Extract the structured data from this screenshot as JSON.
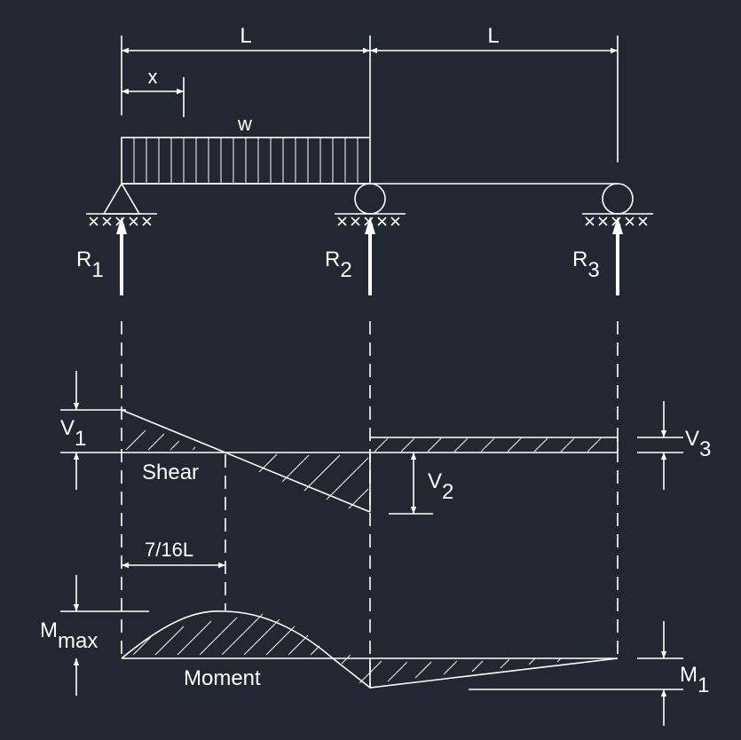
{
  "labels": {
    "span_left": "L",
    "span_right": "L",
    "distance_x": "x",
    "load_w": "w",
    "reaction_1": "R",
    "reaction_1_sub": "1",
    "reaction_2": "R",
    "reaction_2_sub": "2",
    "reaction_3": "R",
    "reaction_3_sub": "3",
    "shear_v1": "V",
    "shear_v1_sub": "1",
    "shear_v2": "V",
    "shear_v2_sub": "2",
    "shear_v3": "V",
    "shear_v3_sub": "3",
    "shear_title": "Shear",
    "distance_max": "7/16L",
    "moment_max": "M",
    "moment_max_sub": "max",
    "moment_m1": "M",
    "moment_m1_sub": "1",
    "moment_title": "Moment"
  },
  "colors": {
    "background": "#222831",
    "line": "#ffffff"
  }
}
